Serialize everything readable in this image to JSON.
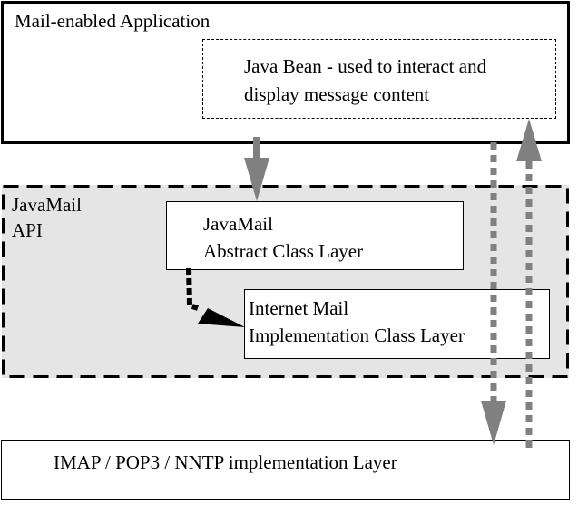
{
  "diagram": {
    "application": {
      "title": "Mail-enabled Application",
      "bean_lines": [
        "Java Bean - used to interact and",
        "display message content"
      ]
    },
    "javamail_api": {
      "title_lines": [
        "JavaMail",
        "API"
      ],
      "abstract_layer_lines": [
        "JavaMail",
        "Abstract Class Layer"
      ],
      "implementation_layer_lines": [
        "Internet Mail",
        "Implementation Class Layer"
      ]
    },
    "protocol_layer": {
      "title": "IMAP / POP3 /  NNTP implementation Layer"
    },
    "arrows": [
      {
        "from": "Mail-enabled Application",
        "to": "JavaMail Abstract Class Layer",
        "style": "solid-gray"
      },
      {
        "from": "JavaMail Abstract Class Layer",
        "to": "Internet Mail Implementation Class Layer",
        "style": "dotted-black"
      },
      {
        "from": "Mail-enabled Application",
        "to": "IMAP / POP3 / NNTP implementation Layer",
        "style": "dotted-gray"
      },
      {
        "from": "IMAP / POP3 / NNTP implementation Layer",
        "to": "Java Bean",
        "style": "dotted-gray"
      }
    ],
    "colors": {
      "api_background": "#e5e5e5",
      "arrow_gray": "#808080",
      "arrow_black": "#000000"
    }
  }
}
